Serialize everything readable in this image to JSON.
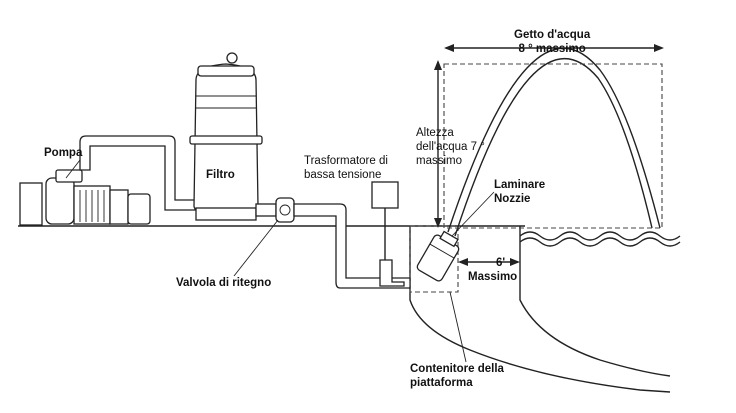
{
  "labels": {
    "pompa": "Pompa",
    "filtro": "Filtro",
    "trasformatore": [
      "Trasformatore di",
      "bassa tensione"
    ],
    "valvola": "Valvola di ritegno",
    "altezza": [
      "Altezza",
      "dell'acqua 7 °",
      "massimo"
    ],
    "getto": [
      "Getto d'acqua",
      "8 ° massimo"
    ],
    "laminare": [
      "Laminare",
      "Nozzie"
    ],
    "distanza": [
      "6'",
      "Massimo"
    ],
    "contenitore": [
      "Contenitore della",
      "piattaforma"
    ]
  }
}
